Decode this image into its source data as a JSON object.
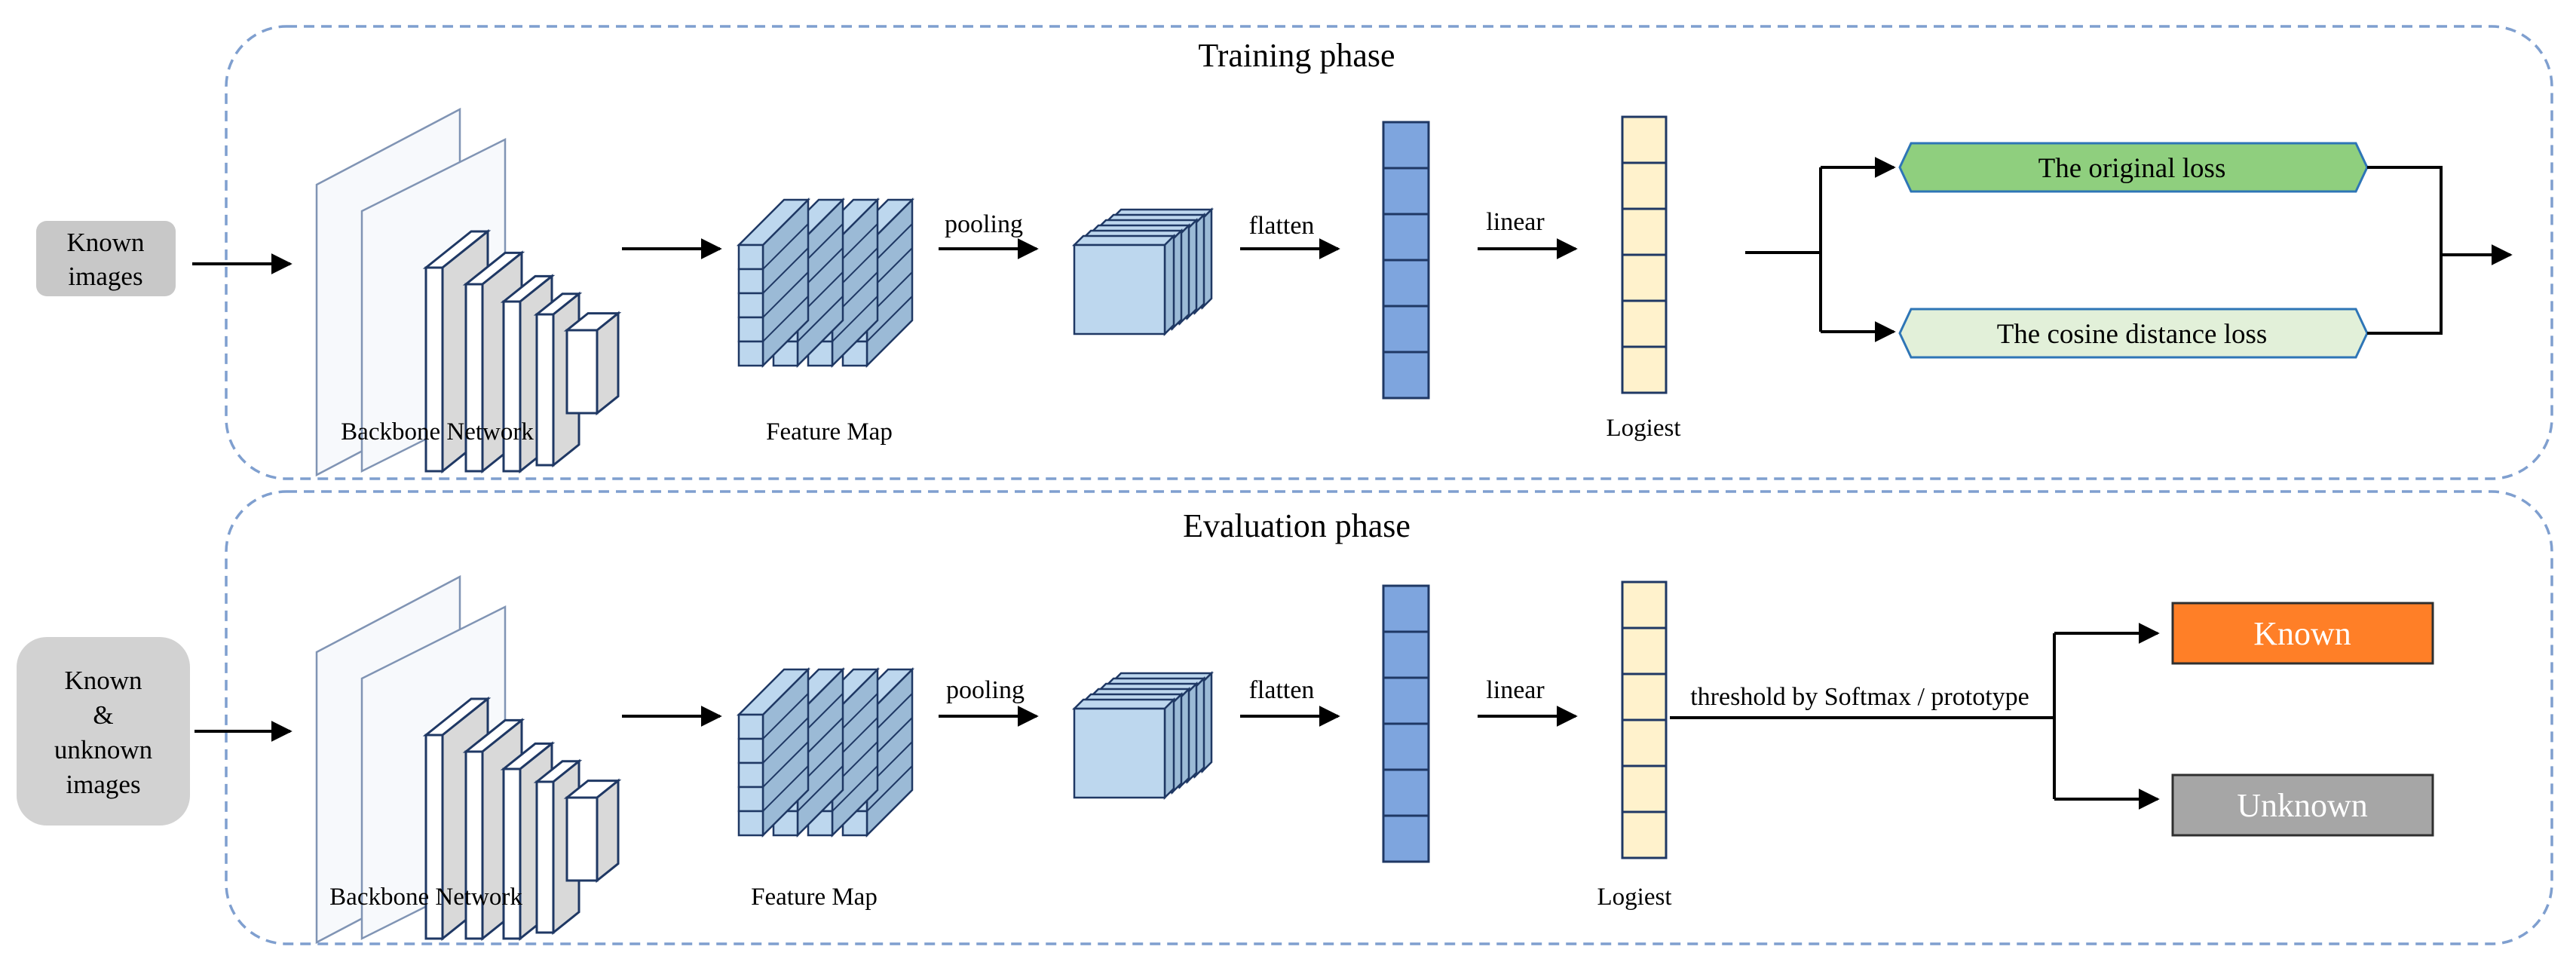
{
  "colors": {
    "phase_border": "#7f9fcf",
    "input_box": "#c8c8c8",
    "input_box_light": "#d2d2d2",
    "vector_fill": "#7ea5de",
    "vector_stroke": "#1f3864",
    "logit_fill": "#fff2cc",
    "cube_fill": "#bdd7ee",
    "cube_side": "#9bbad6",
    "stroke_dark": "#1f3864",
    "loss_original": "#8fcf7e",
    "loss_cosine": "#e2f0d9",
    "loss_border": "#2e75b6",
    "known_box": "#ff7f27",
    "unknown_box": "#a6a6a6",
    "backbone_grey": "#d9d9d9"
  },
  "training": {
    "title": "Training phase",
    "input": [
      "Known",
      "images"
    ],
    "backbone_label": "Backbone Network",
    "feature_label": "Feature Map",
    "pooling_label": "pooling",
    "flatten_label": "flatten",
    "linear_label": "linear",
    "logits_label": "Logiest",
    "loss_original": "The original loss",
    "loss_cosine": "The cosine distance loss"
  },
  "evaluation": {
    "title": "Evaluation phase",
    "input": [
      "Known",
      "&",
      "unknown",
      "images"
    ],
    "backbone_label": "Backbone Network",
    "feature_label": "Feature Map",
    "pooling_label": "pooling",
    "flatten_label": "flatten",
    "linear_label": "linear",
    "logits_label": "Logiest",
    "threshold_label": "threshold by Softmax / prototype",
    "known_label": "Known",
    "unknown_label": "Unknown"
  }
}
